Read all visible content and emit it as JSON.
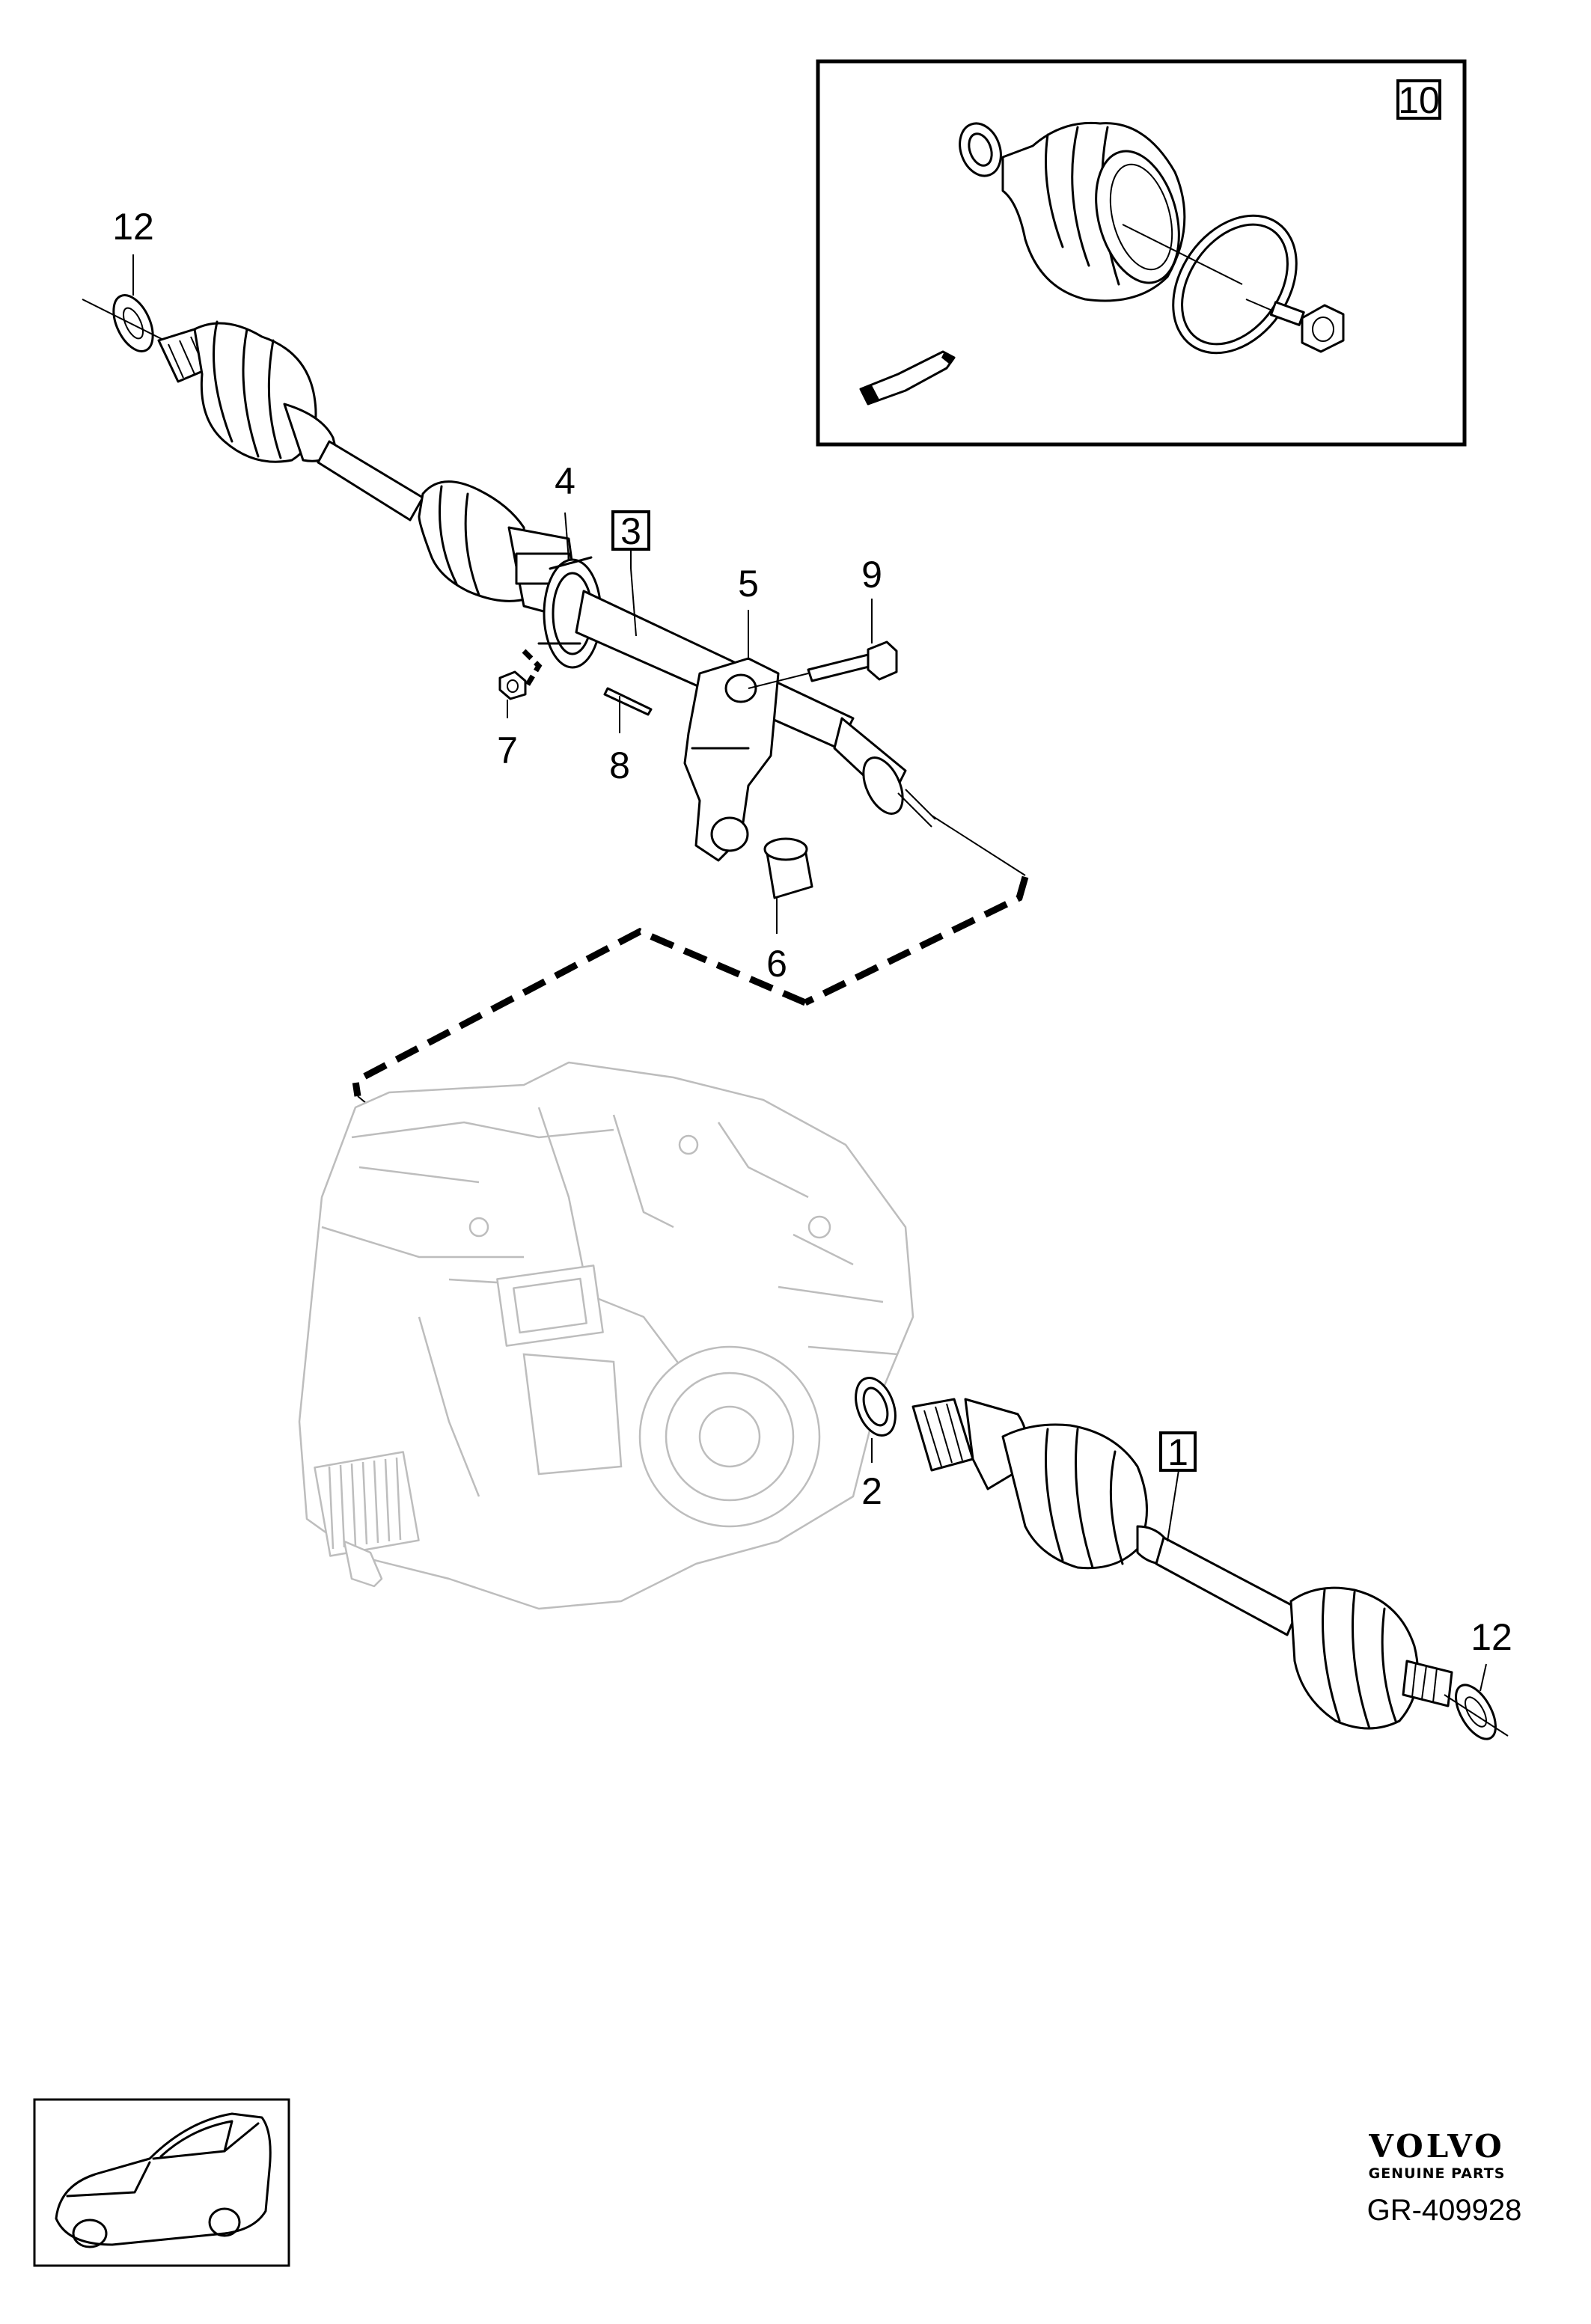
{
  "callouts": {
    "c1": "1",
    "c2": "2",
    "c3": "3",
    "c4": "4",
    "c5": "5",
    "c6": "6",
    "c7": "7",
    "c8": "8",
    "c9": "9",
    "c10": "10",
    "c12_top": "12",
    "c12_bottom": "12"
  },
  "brand": {
    "logo": "VOLVO",
    "tagline": "GENUINE PARTS"
  },
  "reference_code": "GR-409928"
}
